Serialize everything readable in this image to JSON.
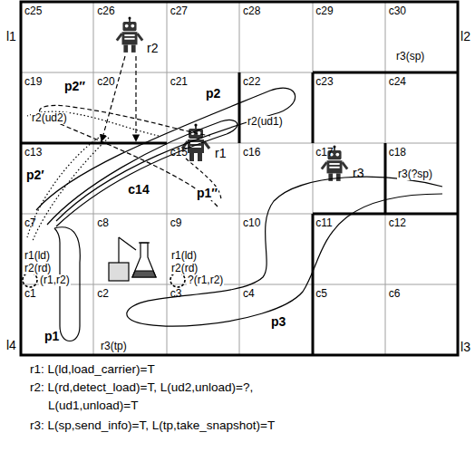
{
  "diagram": {
    "nodes": [
      {
        "text": [
          "c25"
        ]
      },
      {
        "text": [
          "c26"
        ]
      },
      {
        "text": [
          "c27"
        ]
      },
      {
        "text": [
          "c28"
        ]
      },
      {
        "text": [
          "c29"
        ]
      },
      {
        "text": [
          "c30"
        ]
      },
      {
        "text": [
          "c19"
        ]
      },
      {
        "text": [
          "c20"
        ]
      },
      {
        "text": [
          "c21"
        ]
      },
      {
        "text": [
          "c22"
        ]
      },
      {
        "text": [
          "c23"
        ]
      },
      {
        "text": [
          "c24"
        ]
      },
      {
        "text": [
          "c13"
        ]
      },
      {
        "text": [
          "c14"
        ]
      },
      {
        "text": [
          "c15"
        ]
      },
      {
        "text": [
          "c16"
        ]
      },
      {
        "text": [
          "c17"
        ]
      },
      {
        "text": [
          "c18"
        ]
      },
      {
        "text": [
          "c7"
        ]
      },
      {
        "text": [
          "c8"
        ]
      },
      {
        "text": [
          "c9"
        ]
      },
      {
        "text": [
          "c10"
        ]
      },
      {
        "text": [
          "c11"
        ]
      },
      {
        "text": [
          "c12"
        ]
      },
      {
        "text": [
          "c1"
        ]
      },
      {
        "text": [
          "c2"
        ]
      },
      {
        "text": [
          "c3"
        ]
      },
      {
        "text": [
          "c4"
        ]
      },
      {
        "text": [
          "c5"
        ]
      },
      {
        "text": [
          "c6"
        ]
      }
    ],
    "labels": [
      "l1",
      "l2",
      "r2",
      "r3(sp)",
      "p2″",
      "r2(ud2)",
      "p2",
      "r2(ud1)",
      "p2′",
      "r1",
      "p1″",
      "r3",
      "r3(?sp)",
      "r1(ld)",
      "r2(rd)",
      "(r1,r2)",
      "r1(ld)",
      "r2(rd)",
      "?(r1,r2)",
      "p1",
      "p3",
      "r3(tp)",
      "l4",
      "l3",
      "r1: L(ld,load_carrier)=T",
      "r2: L(rd,detect_load)=T, L(ud2,unload)=?,",
      "L(ud1,unload)=T",
      "r3: L(sp,send_info)=T, L(tp,take_snapshot)=T"
    ]
  }
}
